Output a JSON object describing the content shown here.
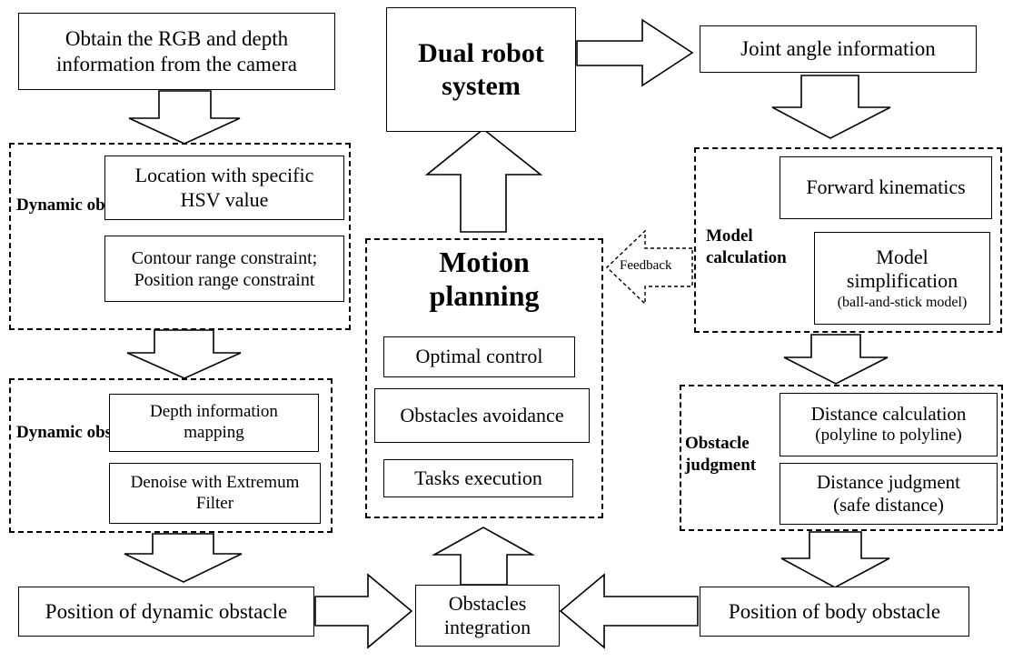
{
  "nodes": {
    "obtain_rgb": "Obtain the RGB and depth information from the camera",
    "dual_robot": "Dual robot system",
    "joint_angle": "Joint angle information",
    "location_hsv": "Location with specific HSV value",
    "contour_constraint": "Contour range constraint;",
    "position_constraint": "Position range constraint",
    "forward_kinematics": "Forward kinematics",
    "model_simplification": "Model simplification",
    "ball_and_stick": "(ball-and-stick model)",
    "motion_planning": "Motion planning",
    "optimal_control": "Optimal control",
    "obstacles_avoidance": "Obstacles avoidance",
    "tasks_execution": "Tasks execution",
    "depth_mapping": "Depth information mapping",
    "denoise": "Denoise with Extremum Filter",
    "distance_calculation": "Distance calculation",
    "polyline": "(polyline to polyline)",
    "distance_judgment": "Distance judgment",
    "safe_distance": "(safe distance)",
    "position_dynamic": "Position of dynamic obstacle",
    "obstacles_integration": "Obstacles integration",
    "position_body": "Position of body obstacle"
  },
  "groups": {
    "dynamic_detection": "Dynamic obstacle detection",
    "dynamic_location": "Dynamic obstacle location",
    "model_calculation": "Model calculation",
    "obstacle_judgment": "Obstacle judgment"
  },
  "feedback_label": "Feedback"
}
